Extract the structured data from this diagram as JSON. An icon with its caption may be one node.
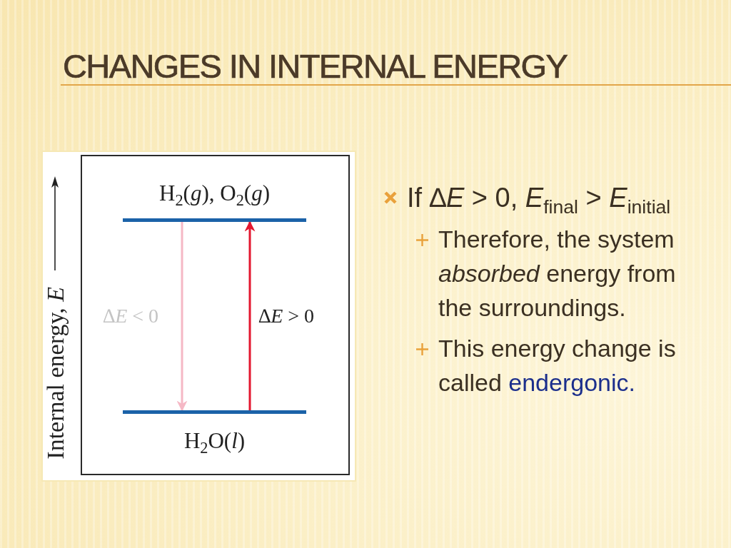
{
  "diagram": {
    "title": "CHANGES IN INTERNAL ENERGY",
    "nodes": [
      {
        "text": [
          "H$_{2}$(*g*), O$_{2}$(*g*)"
        ]
      },
      {
        "text": [
          "H$_{2}$O(*l*)"
        ]
      }
    ],
    "edges": [
      {
        "from": 0,
        "to": 1,
        "arrow": "to",
        "label": "∆*E* < 0",
        "color": "#f5b8c5"
      },
      {
        "from": 1,
        "to": 0,
        "arrow": "to",
        "label": "∆*E* > 0",
        "color": "#e3172f"
      }
    ],
    "labels": [
      "Internal energy, *E*",
      "If ∆*E* > 0, *E*$_{final}$ > *E*$_{initial}$",
      "Therefore, the system *absorbed* energy from the surroundings.",
      "This energy change is called",
      "endergonic."
    ]
  }
}
